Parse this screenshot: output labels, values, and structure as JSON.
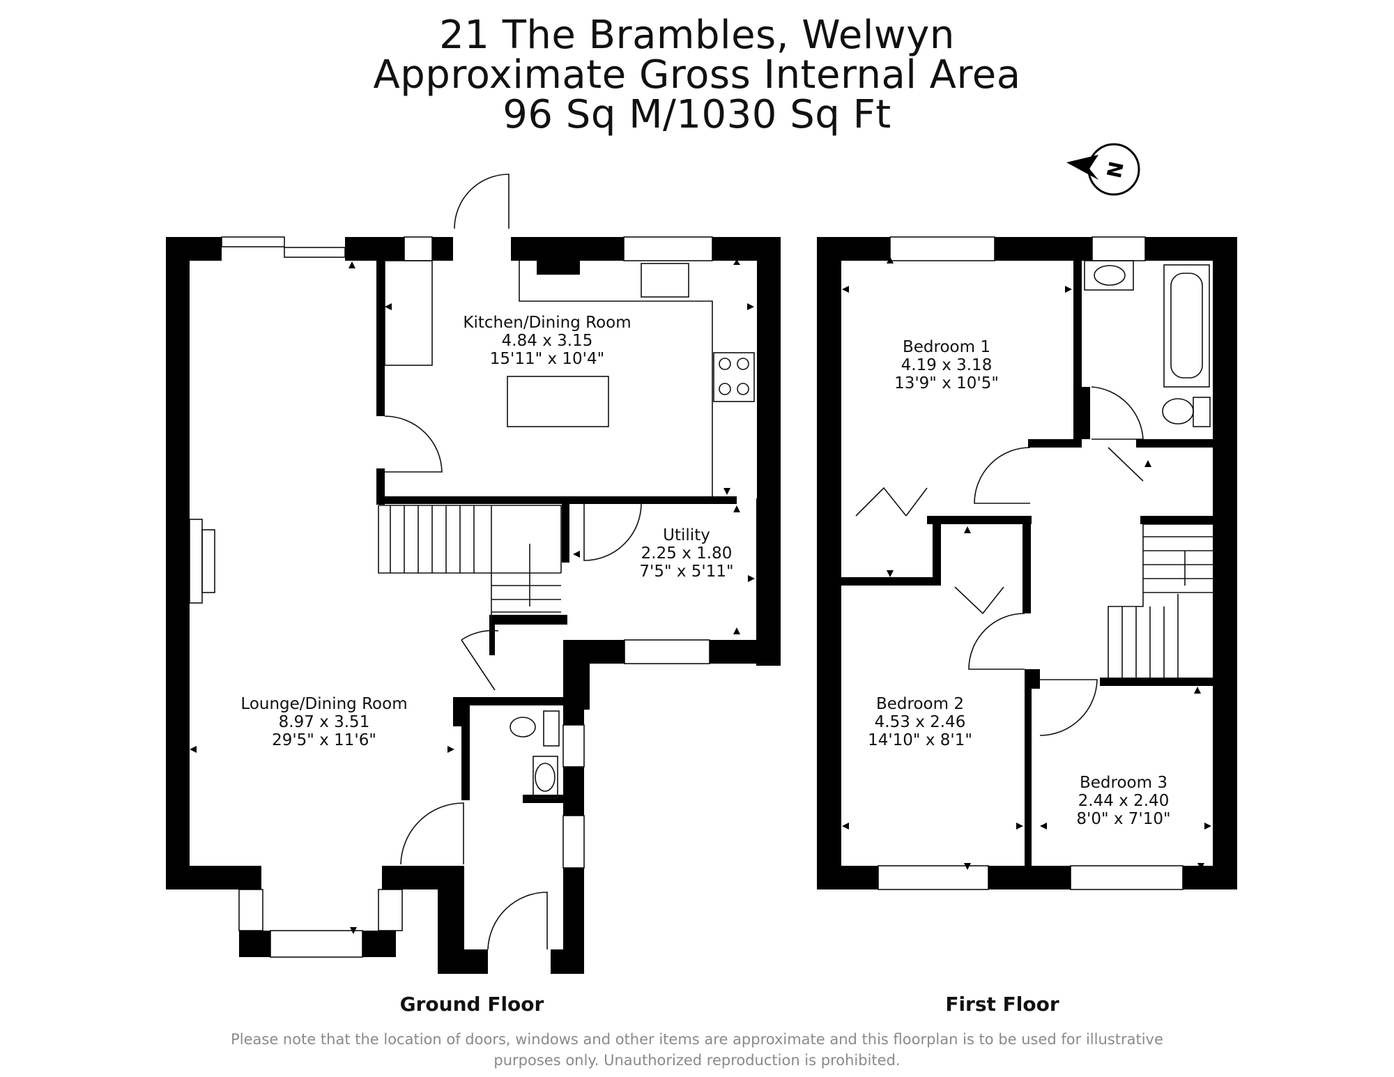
{
  "header": {
    "address": "21 The Brambles, Welwyn",
    "area_title": "Approximate Gross Internal Area",
    "area_value": "96 Sq M/1030 Sq Ft"
  },
  "compass": {
    "letter": "N",
    "icon": "north-arrow-icon"
  },
  "ground_floor": {
    "label": "Ground Floor",
    "rooms": [
      {
        "name": "Kitchen/Dining Room",
        "metric": "4.84 x 3.15",
        "imperial": "15'11\" x 10'4\""
      },
      {
        "name": "Utility",
        "metric": "2.25 x 1.80",
        "imperial": "7'5\" x 5'11\""
      },
      {
        "name": "Lounge/Dining Room",
        "metric": "8.97 x 3.51",
        "imperial": "29'5\" x 11'6\""
      }
    ]
  },
  "first_floor": {
    "label": "First Floor",
    "rooms": [
      {
        "name": "Bedroom 1",
        "metric": "4.19 x 3.18",
        "imperial": "13'9\" x 10'5\""
      },
      {
        "name": "Bedroom 2",
        "metric": "4.53 x 2.46",
        "imperial": "14'10\" x 8'1\""
      },
      {
        "name": "Bedroom 3",
        "metric": "2.44 x 2.40",
        "imperial": "8'0\" x 7'10\""
      }
    ]
  },
  "footer": {
    "disclaimer_line1": "Please note that the location of doors, windows and other items are approximate and this floorplan is to be used for illustrative",
    "disclaimer_line2": "purposes only. Unauthorized reproduction is prohibited."
  }
}
